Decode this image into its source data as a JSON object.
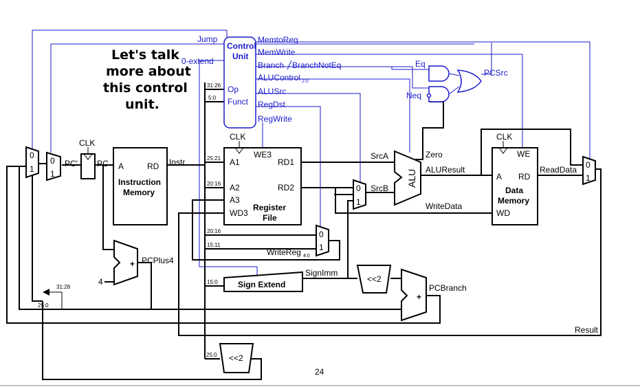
{
  "note": [
    "Let's talk",
    "more about",
    "this control",
    "unit."
  ],
  "control_unit": {
    "title1": "Control",
    "title2": "Unit",
    "op": "Op",
    "funct": "Funct",
    "outputs": {
      "memtoreg": "MemtoReg",
      "memwrite": "MemWrite",
      "branch": "Branch",
      "branchnoteq": "BranchNotEq",
      "alucontrol": "ALUControl",
      "alucontrol_sub": "2:0",
      "alusrc": "ALUSrc",
      "regdst": "RegDst",
      "regwrite": "RegWrite"
    },
    "jump": "Jump",
    "zero_extend": "0-extend"
  },
  "pcsrc": {
    "eq": "Eq",
    "neq": "Neq",
    "pcsrc": "PCSrc"
  },
  "clk": "CLK",
  "pc": {
    "pc_prime": "PC'",
    "pc": "PC"
  },
  "instr_mem": {
    "a": "A",
    "rd": "RD",
    "title1": "Instruction",
    "title2": "Memory",
    "instr": "Instr"
  },
  "regfile": {
    "a1": "A1",
    "a2": "A2",
    "a3": "A3",
    "wd3": "WD3",
    "we3": "WE3",
    "rd1": "RD1",
    "rd2": "RD2",
    "title1": "Register",
    "title2": "File"
  },
  "fields": {
    "f31_26": "31:26",
    "f5_0": "5:0",
    "f25_21": "25:21",
    "f20_16a": "20:16",
    "f20_16b": "20:16",
    "f15_11": "15:11",
    "f15_0": "15:0",
    "f25_0": "25:0",
    "f31_28": "31:28",
    "f25_0b": "25:0"
  },
  "signals": {
    "srca": "SrcA",
    "srcb": "SrcB",
    "zero": "Zero",
    "aluresult": "ALUResult",
    "writedata": "WriteData",
    "readdata": "ReadData",
    "writereg": "WriteReg",
    "writereg_sub": "4:0",
    "signimm": "SignImm",
    "pcplus4": "PCPlus4",
    "pcbranch": "PCBranch",
    "result": "Result"
  },
  "alu": {
    "label": "ALU"
  },
  "data_mem": {
    "a": "A",
    "rd": "RD",
    "wd": "WD",
    "we": "WE",
    "title1": "Data",
    "title2": "Memory"
  },
  "sign_extend": "Sign Extend",
  "shift": "<<2",
  "adder": {
    "plus": "+",
    "four": "4"
  },
  "mux": {
    "zero": "0",
    "one": "1"
  },
  "page_number": "24"
}
